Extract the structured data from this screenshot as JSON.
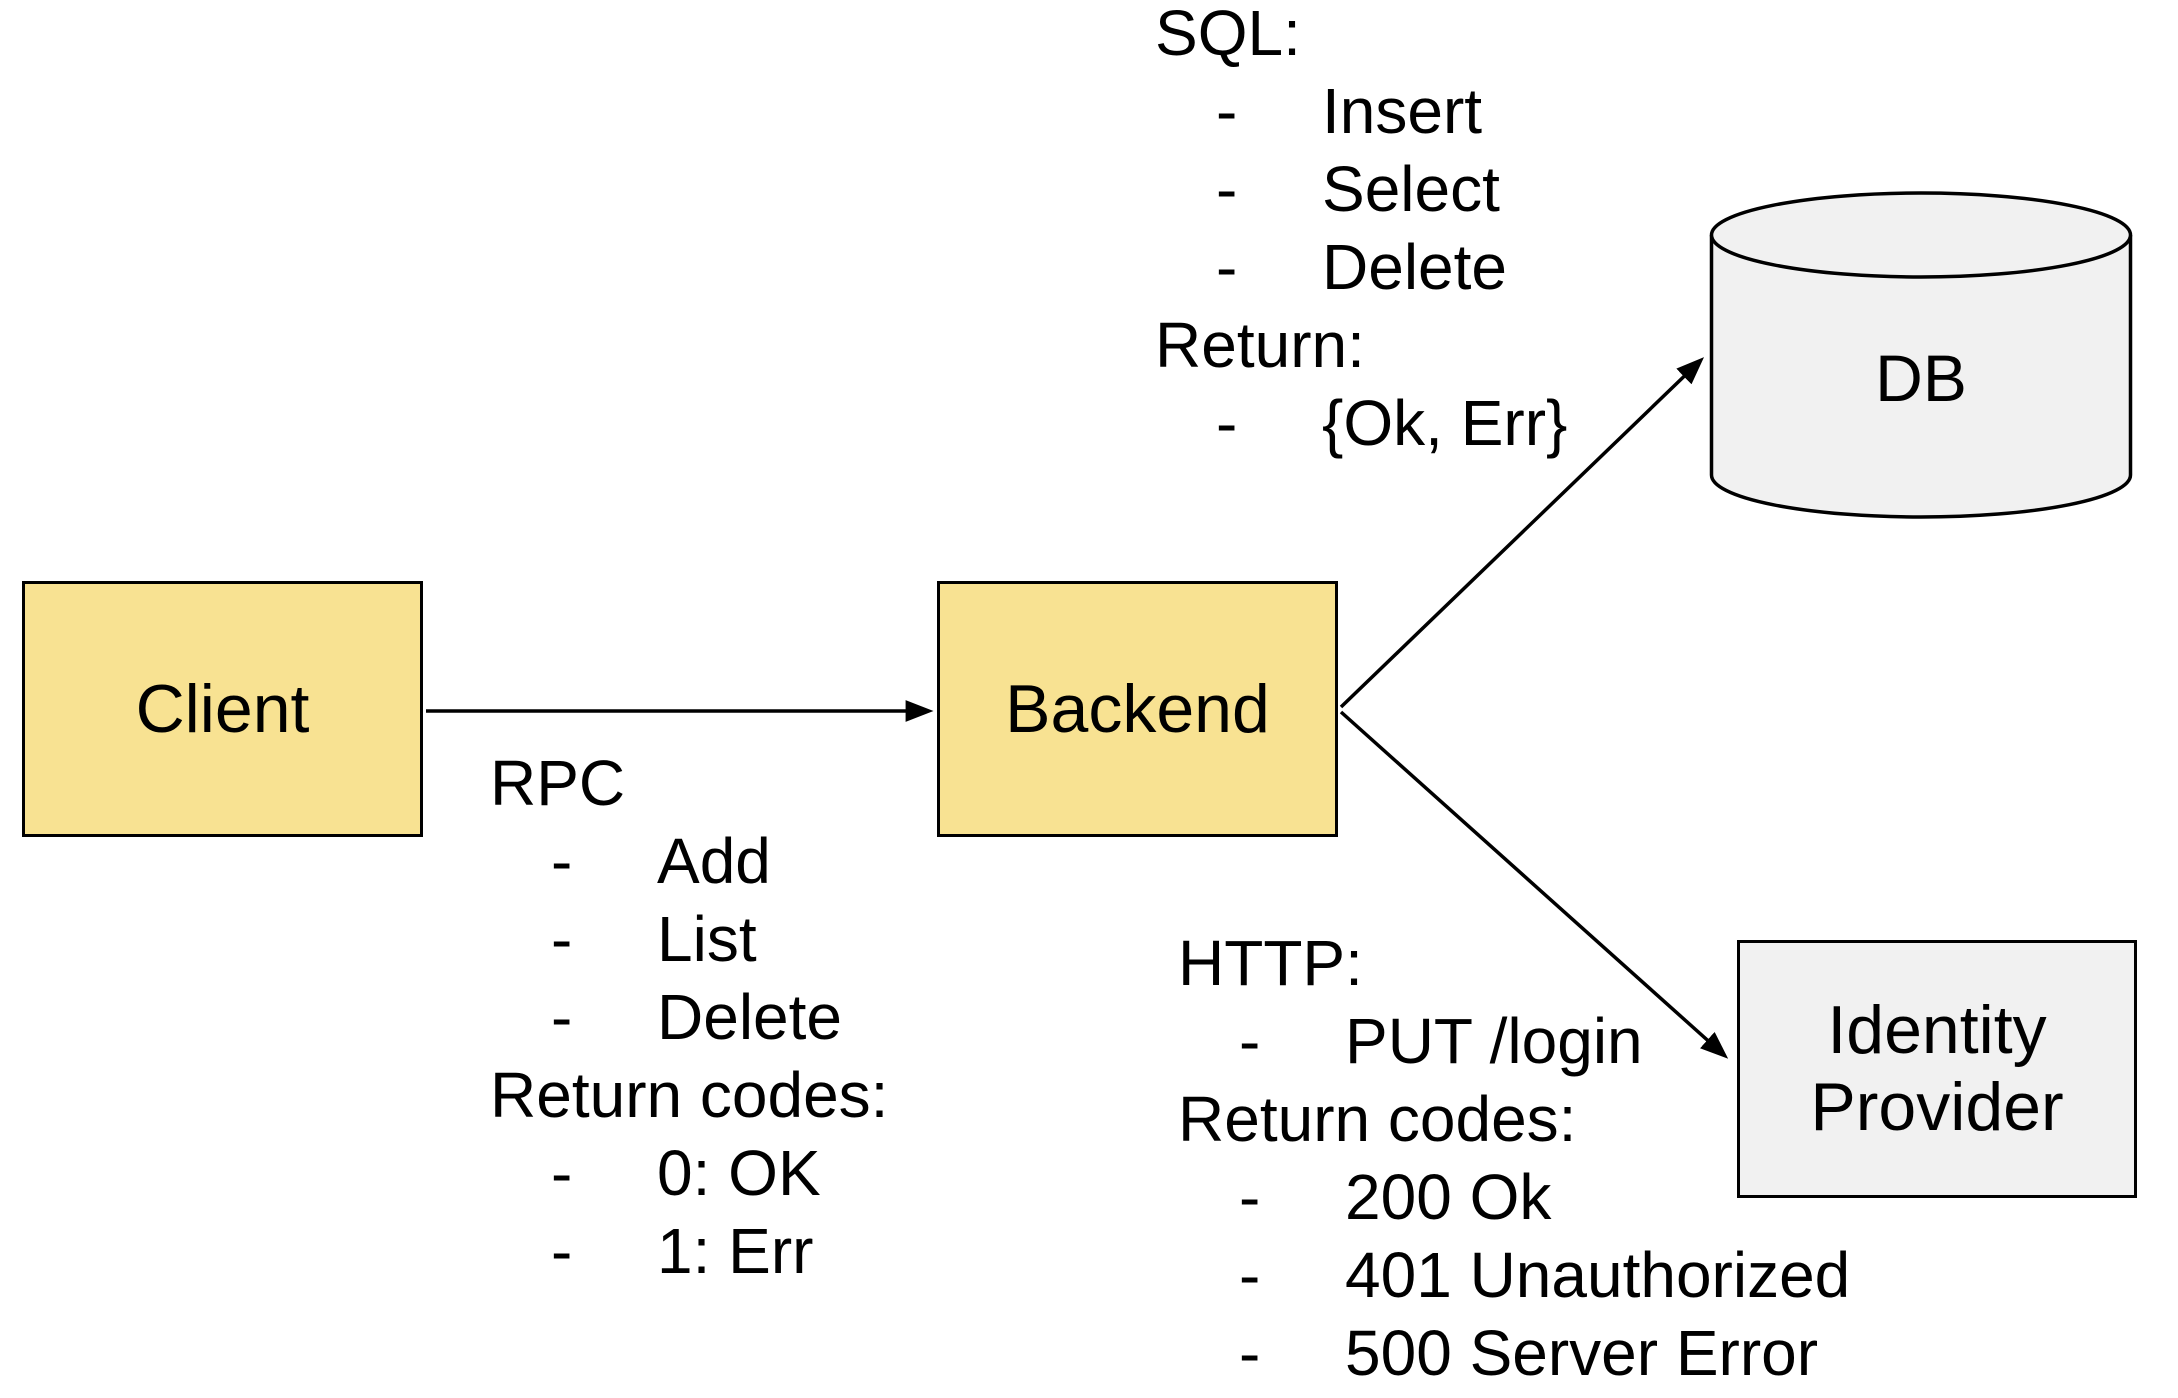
{
  "colors": {
    "node_yellow": "#f8e292",
    "node_gray": "#f1f1f1",
    "stroke": "#000000",
    "background": "#ffffff",
    "text": "#000000"
  },
  "bullet": "-",
  "nodes": {
    "client": {
      "label": "Client"
    },
    "backend": {
      "label": "Backend"
    },
    "db": {
      "label": "DB"
    },
    "identity_provider": {
      "label": "Identity Provider"
    }
  },
  "edges": [
    {
      "from": "client",
      "to": "backend"
    },
    {
      "from": "backend",
      "to": "db"
    },
    {
      "from": "backend",
      "to": "identity_provider"
    }
  ],
  "annotations": {
    "rpc": {
      "title": "RPC",
      "items": [
        "Add",
        "List",
        "Delete"
      ],
      "subtitle": "Return codes:",
      "return_items": [
        "0: OK",
        "1: Err"
      ]
    },
    "sql": {
      "title": "SQL:",
      "items": [
        "Insert",
        "Select",
        "Delete"
      ],
      "subtitle": "Return:",
      "return_items": [
        "{Ok, Err}"
      ]
    },
    "http": {
      "title": "HTTP:",
      "items": [
        "PUT /login"
      ],
      "subtitle": "Return codes:",
      "return_items": [
        "200 Ok",
        "401 Unauthorized",
        "500 Server Error"
      ]
    }
  }
}
